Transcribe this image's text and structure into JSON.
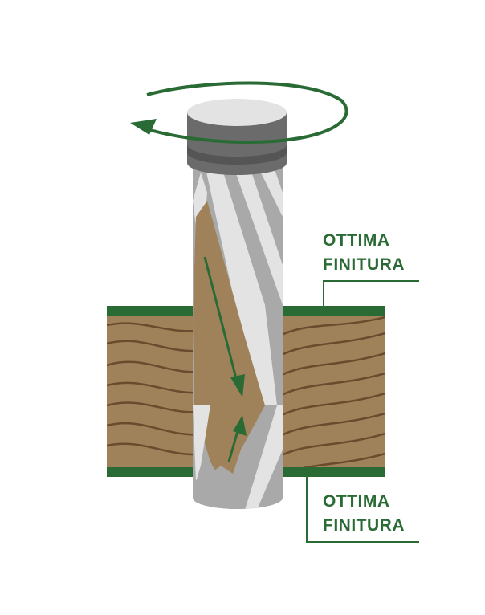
{
  "labels": {
    "top": {
      "line1": "OTTIMA",
      "line2": "FINITURA"
    },
    "bottom": {
      "line1": "OTTIMA",
      "line2": "FINITURA"
    }
  },
  "colors": {
    "green": "#2a6b35",
    "wood": "#a0825a",
    "grain": "#6b4a2e",
    "shank": "#6b6b6b",
    "steel_light": "#e3e3e3",
    "steel_mid": "#a9a9a9"
  }
}
